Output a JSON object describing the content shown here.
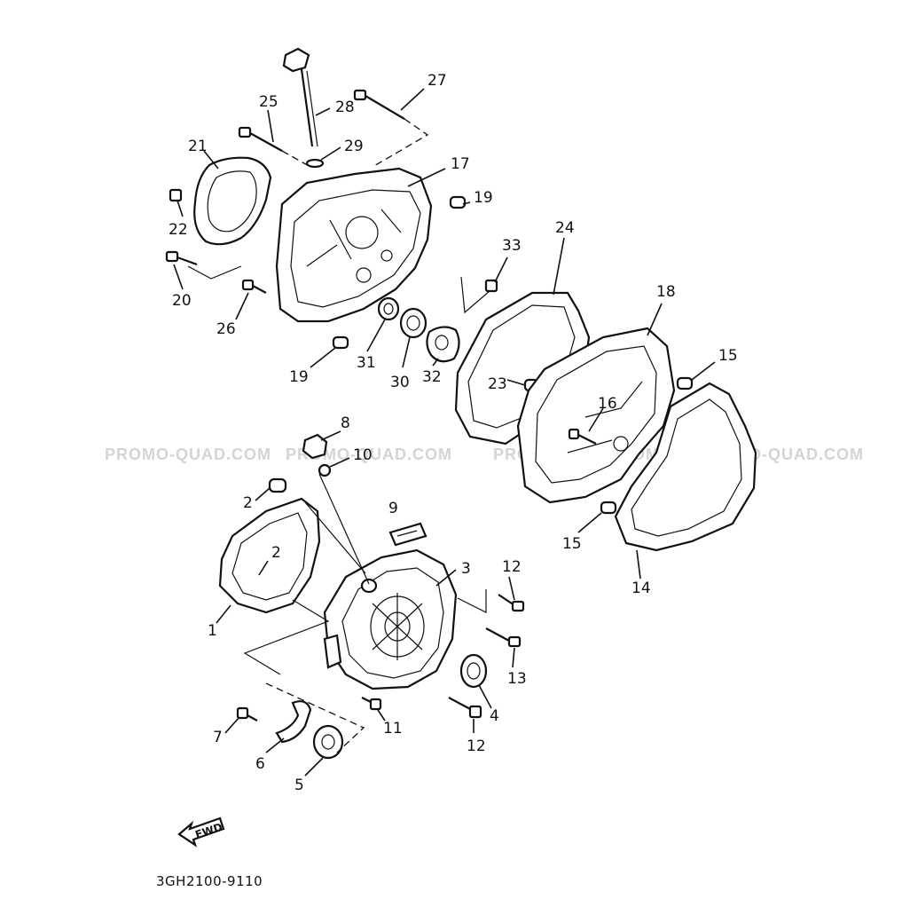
{
  "diagram": {
    "part_code": "3GH2100-9110",
    "fwd_label": "FWD",
    "watermarks": [
      "PROMO-QUAD.COM",
      "PROMO-QUAD.COM",
      "PROMO-QUAD.COM",
      "PROMO-QUAD.COM"
    ],
    "callouts": {
      "c1": "1",
      "c2a": "2",
      "c2b": "2",
      "c3": "3",
      "c4": "4",
      "c5": "5",
      "c6": "6",
      "c7": "7",
      "c8": "8",
      "c9": "9",
      "c10": "10",
      "c11": "11",
      "c12a": "12",
      "c12b": "12",
      "c13": "13",
      "c14": "14",
      "c15a": "15",
      "c15b": "15",
      "c16": "16",
      "c17": "17",
      "c18": "18",
      "c19a": "19",
      "c19b": "19",
      "c20": "20",
      "c21": "21",
      "c22": "22",
      "c23": "23",
      "c24": "24",
      "c25": "25",
      "c26": "26",
      "c27": "27",
      "c28": "28",
      "c29": "29",
      "c30": "30",
      "c31": "31",
      "c32": "32",
      "c33": "33"
    }
  }
}
